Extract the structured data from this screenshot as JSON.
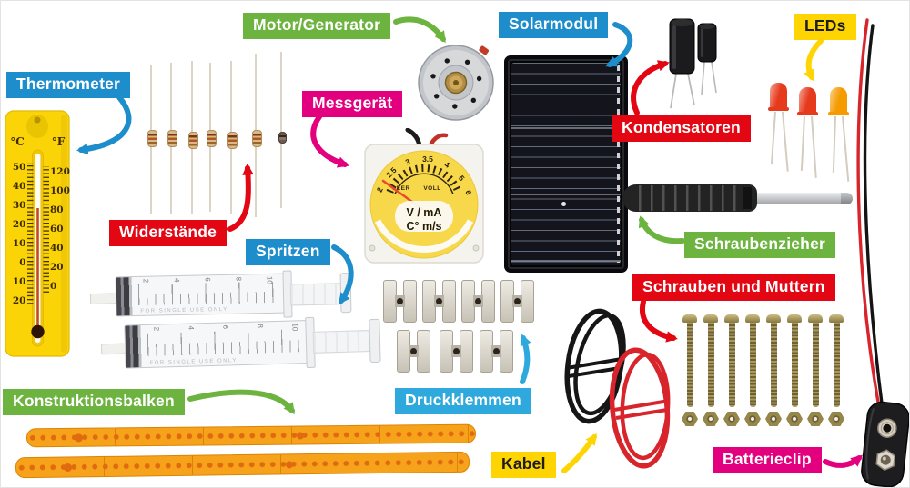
{
  "page": {
    "description": "Übersicht der Bauteile eines Elektronik-Experimentierkastens"
  },
  "labels": {
    "thermometer": {
      "text": "Thermometer",
      "color": "#1d8dcc",
      "text_color": "#ffffff"
    },
    "motor": {
      "text": "Motor/Generator",
      "color": "#6db33f",
      "text_color": "#ffffff"
    },
    "messgeraet": {
      "text": "Messgerät",
      "color": "#e3007e",
      "text_color": "#ffffff"
    },
    "solarmodul": {
      "text": "Solarmodul",
      "color": "#1d8dcc",
      "text_color": "#ffffff"
    },
    "kondensatoren": {
      "text": "Kondensatoren",
      "color": "#e30613",
      "text_color": "#ffffff"
    },
    "leds": {
      "text": "LEDs",
      "color": "#ffd403",
      "text_color": "#1d1d1b"
    },
    "widerstaende": {
      "text": "Widerstände",
      "color": "#e30613",
      "text_color": "#ffffff"
    },
    "spritzen": {
      "text": "Spritzen",
      "color": "#1d8dcc",
      "text_color": "#ffffff"
    },
    "schraubenzieher": {
      "text": "Schraubenzieher",
      "color": "#6db33f",
      "text_color": "#ffffff"
    },
    "schrauben_und_muttern": {
      "text": "Schrauben und Muttern",
      "color": "#e30613",
      "text_color": "#ffffff"
    },
    "konstruktionsbalken": {
      "text": "Konstruktionsbalken",
      "color": "#6db33f",
      "text_color": "#ffffff"
    },
    "druckklemmen": {
      "text": "Druckklemmen",
      "color": "#2ea9de",
      "text_color": "#ffffff"
    },
    "kabel": {
      "text": "Kabel",
      "color": "#ffd403",
      "text_color": "#1d1d1b"
    },
    "batterieclip": {
      "text": "Batterieclip",
      "color": "#e3007e",
      "text_color": "#ffffff"
    }
  },
  "thermometer": {
    "unit_left": "°C",
    "unit_right": "°F",
    "scale_left": [
      "50",
      "40",
      "30",
      "20",
      "10",
      "0",
      "10",
      "20"
    ],
    "scale_right": [
      "120",
      "100",
      "80",
      "60",
      "40",
      "20",
      "0"
    ],
    "body_color": "#fbd408",
    "liquid_color": "#c6491c"
  },
  "meter": {
    "scale_numbers": [
      "2",
      "2.5",
      "3",
      "3.5",
      "4",
      "5",
      "6"
    ],
    "left_text": "LEER",
    "right_text": "VOLL",
    "unit_line1": "V / mA",
    "unit_line2": "C° m/s",
    "face_color": "#f8d84b",
    "needle_color": "#e8492a"
  },
  "syringes": {
    "count": 2,
    "tick_numbers": [
      "2",
      "4",
      "6",
      "8",
      "10"
    ],
    "barrel_text": "FOR SINGLE USE ONLY"
  },
  "resistors": {
    "count": 7
  },
  "capacitors": {
    "count": 2
  },
  "leds": {
    "count": 3,
    "colors": [
      "#e63a1c",
      "#e63a1c",
      "#f59b00"
    ]
  },
  "druckklemmen": {
    "count": 7,
    "rows": [
      4,
      3
    ]
  },
  "schrauben": {
    "screw_count": 8,
    "nut_count": 8,
    "color": "#9a8a50"
  },
  "kabel": {
    "count": 2,
    "colors": [
      "#161616",
      "#d8252b"
    ]
  },
  "konstruktionsbalken": {
    "count": 2,
    "color": "#f6a21a"
  },
  "solarmodul": {
    "cell_color": "#14141c"
  },
  "batterieclip": {
    "wire_colors": [
      "#d8252b",
      "#141414"
    ]
  }
}
